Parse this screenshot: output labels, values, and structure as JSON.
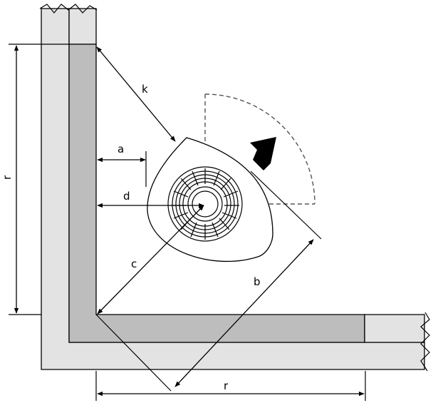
{
  "labels": {
    "k": "k",
    "a": "a",
    "d": "d",
    "c": "c",
    "b": "b",
    "r_vertical": "r",
    "r_horizontal": "r"
  },
  "colors": {
    "outer_wall": "#e3e3e3",
    "inner_wall": "#bdbdbd",
    "outline": "#000000",
    "arrow": "#000000",
    "dashed_guide": "#555555"
  },
  "icons": {
    "direction_arrow": "arrow-up-right-icon"
  }
}
